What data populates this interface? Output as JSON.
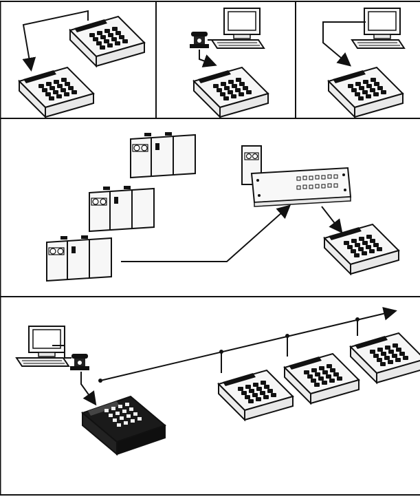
{
  "diagram": {
    "panels": [
      {
        "id": "top-left",
        "description_visible_text": ""
      },
      {
        "id": "top-middle",
        "description_visible_text": ""
      },
      {
        "id": "top-right",
        "description_visible_text": ""
      },
      {
        "id": "middle",
        "description_visible_text": ""
      },
      {
        "id": "bottom",
        "description_visible_text": ""
      }
    ],
    "colors": {
      "ink": "#111111",
      "paper": "#ffffff",
      "device_light": "#f4f4f4",
      "device_dark": "#1a1a1a"
    },
    "icons": [
      "terminal-device-icon",
      "computer-icon",
      "telephone-icon",
      "tape-drive-icon",
      "rack-interface-icon",
      "dark-terminal-icon"
    ]
  }
}
